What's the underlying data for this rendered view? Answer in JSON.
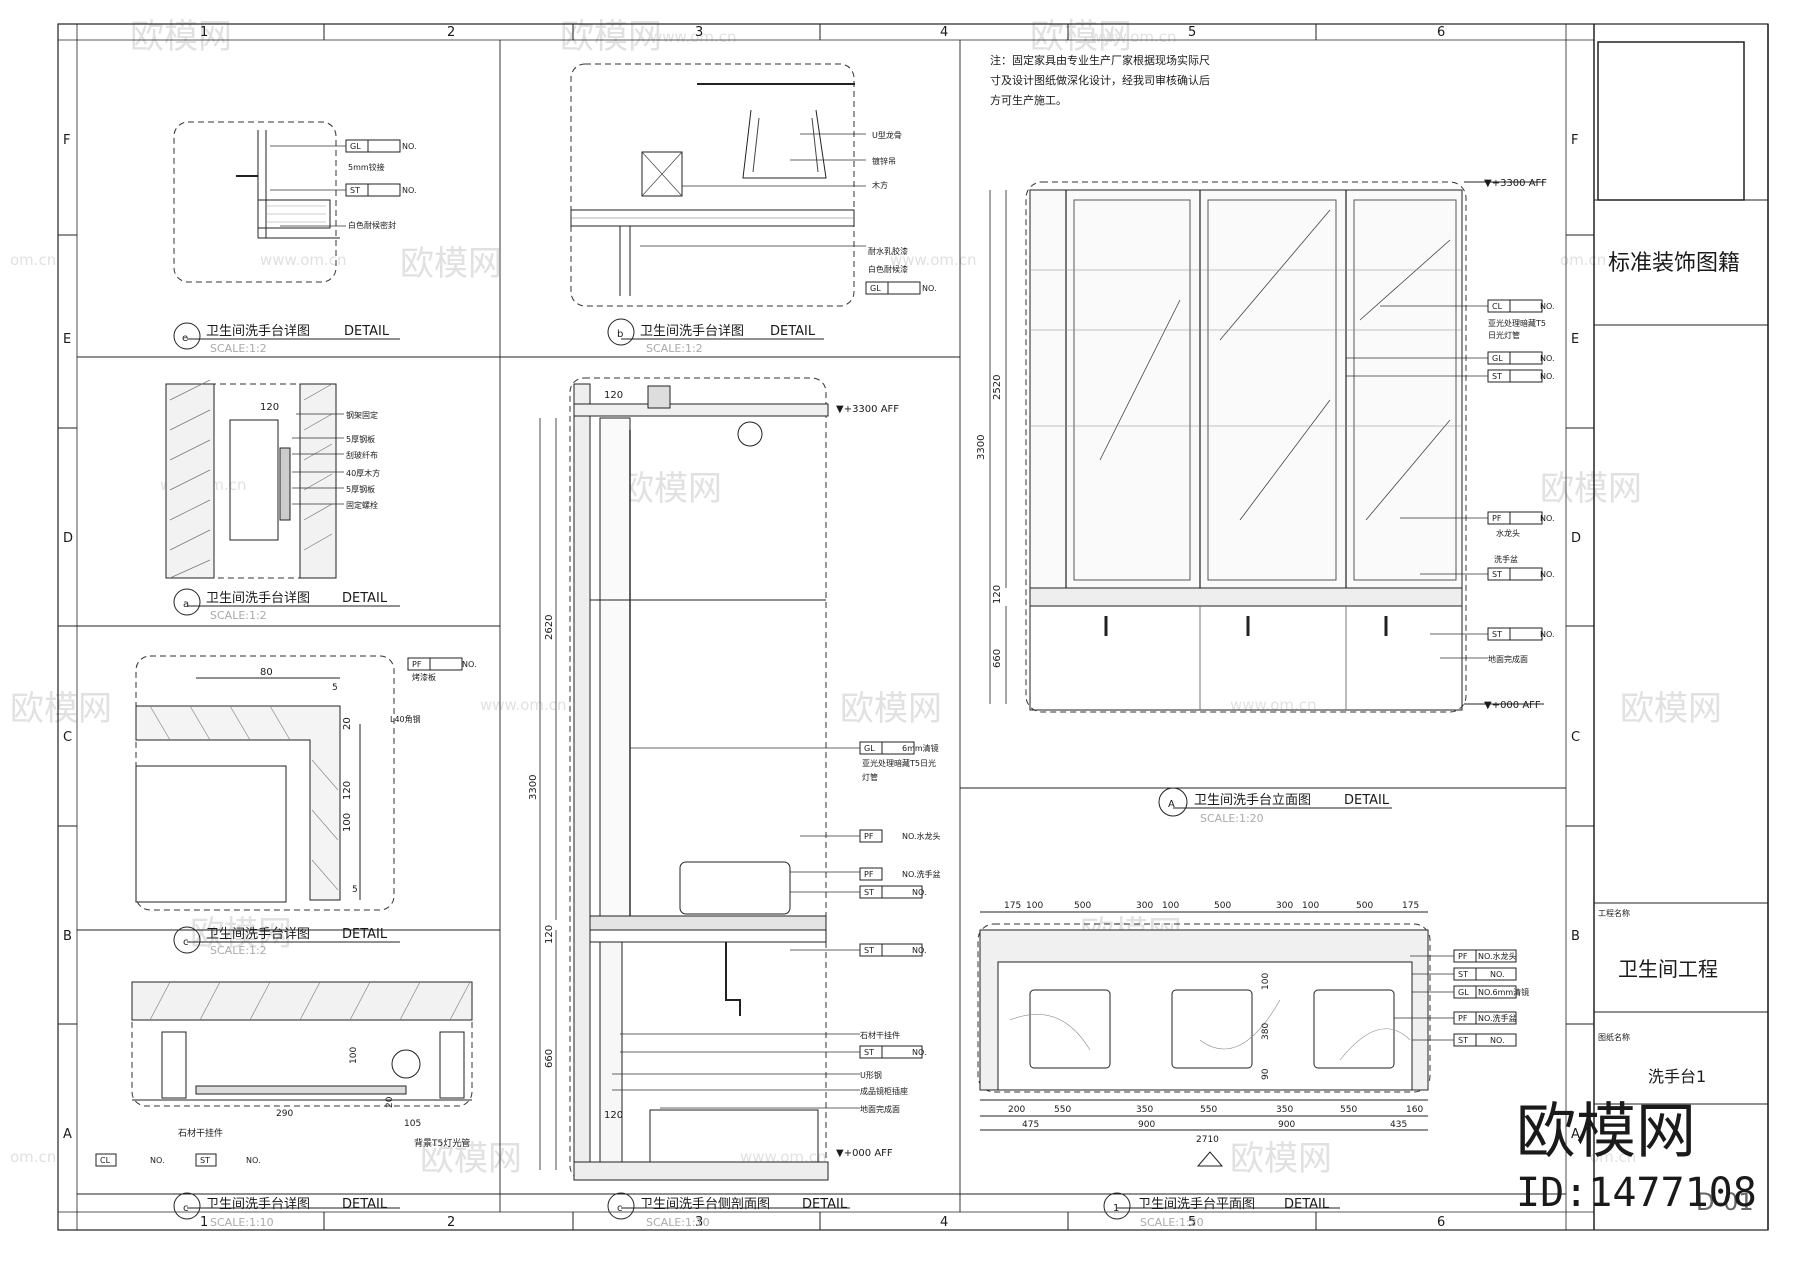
{
  "sheet": {
    "col_markers": [
      "1",
      "2",
      "3",
      "4",
      "5",
      "6"
    ],
    "row_markers": [
      "F",
      "E",
      "D",
      "C",
      "B",
      "A"
    ]
  },
  "watermark": {
    "brand": "欧模网",
    "site": "www.om.cn",
    "short": "om.cn"
  },
  "note": {
    "line1": "注：固定家具由专业生产厂家根据现场实际尺",
    "line2": "寸及设计图纸做深化设计，经我司审核确认后",
    "line3": "方可生产施工。"
  },
  "title_block": {
    "series": "标准装饰图籍",
    "project_label": "工程名称",
    "project": "卫生间工程",
    "drawing_label": "图纸名称",
    "drawing": "洗手台1",
    "number": "D-01"
  },
  "brand_mark": {
    "name": "欧模网",
    "id": "ID:1477108"
  },
  "details": [
    {
      "id": "det-e",
      "ref": "e",
      "title": "卫生间洗手台详图",
      "tag": "DETAIL",
      "scale": "SCALE:1:2"
    },
    {
      "id": "det-b",
      "ref": "b",
      "title": "卫生间洗手台详图",
      "tag": "DETAIL",
      "scale": "SCALE:1:2"
    },
    {
      "id": "det-a-small",
      "ref": "a",
      "title": "卫生间洗手台详图",
      "tag": "DETAIL",
      "scale": "SCALE:1:2"
    },
    {
      "id": "det-c-small",
      "ref": "c",
      "title": "卫生间洗手台详图",
      "tag": "DETAIL",
      "scale": "SCALE:1:2"
    },
    {
      "id": "det-c-plan",
      "ref": "c",
      "title": "卫生间洗手台详图",
      "tag": "DETAIL",
      "scale": "SCALE:1:10"
    },
    {
      "id": "det-section",
      "ref": "c",
      "title": "卫生间洗手台侧剖面图",
      "tag": "DETAIL",
      "scale": "SCALE:1:10"
    },
    {
      "id": "det-elev",
      "ref": "A",
      "title": "卫生间洗手台立面图",
      "tag": "DETAIL",
      "scale": "SCALE:1:20"
    },
    {
      "id": "det-plan",
      "ref": "1",
      "title": "卫生间洗手台平面图",
      "tag": "DETAIL",
      "scale": "SCALE:1:20"
    }
  ],
  "labels": {
    "d1": [
      "GL",
      "NO.",
      "5mm铰接",
      "ST",
      "NO.",
      "白色耐候密封"
    ],
    "d2": [
      "U型龙骨",
      "镀锌吊",
      "木方",
      "耐水乳胶漆",
      "白色耐候漆",
      "GL",
      "NO."
    ],
    "d3": [
      "120",
      "钢架固定",
      "5厚钢板",
      "刮玻纤布",
      "40厚木方",
      "5厚钢板",
      "固定螺栓"
    ],
    "d4": [
      "80",
      "PF",
      "NO.",
      "烤漆板",
      "20",
      "L40角钢",
      "120",
      "100",
      "5",
      "5"
    ],
    "d5": [
      "100",
      "290",
      "20",
      "105",
      "石材干挂件",
      "背景T5灯光管",
      "CL",
      "NO.",
      "ST",
      "NO."
    ],
    "section": [
      "120",
      "▼+3300 AFF",
      "2620",
      "3300",
      "120",
      "660",
      "GL",
      "NO.",
      "6mm清镜",
      "亚光处理暗藏T5日光",
      "灯管",
      "PF",
      "NO.水龙头",
      "PF",
      "NO.洗手盆",
      "ST",
      "NO.",
      "ST",
      "NO.",
      "石材干挂件",
      "ST",
      "NO.",
      "U形钢",
      "成品镜柜插座",
      "地面完成面",
      "120",
      "▼+000 AFF"
    ],
    "elev": [
      "▼+3300 AFF",
      "▼+000 AFF",
      "2520",
      "3300",
      "120",
      "660",
      "CL",
      "NO.",
      "亚光处理暗藏T5",
      "日光灯管",
      "GL",
      "NO.",
      "ST",
      "NO.",
      "PF",
      "NO.",
      "水龙头",
      "洗手盆",
      "ST",
      "NO.",
      "ST",
      "NO.",
      "地面完成面"
    ],
    "plan_top": [
      "175",
      "100",
      "500",
      "300",
      "100",
      "500",
      "300",
      "100",
      "500",
      "175"
    ],
    "plan_bottom1": [
      "200",
      "550",
      "350",
      "550",
      "350",
      "550",
      "160"
    ],
    "plan_bottom2": [
      "475",
      "900",
      "900",
      "435"
    ],
    "plan_total": "2710",
    "plan_side": [
      "100",
      "380",
      "90"
    ],
    "plan_tags": [
      "PF",
      "NO.水龙头",
      "ST",
      "NO.",
      "GL",
      "NO.6mm清镜",
      "PF",
      "NO.洗手盆",
      "ST",
      "NO."
    ]
  }
}
